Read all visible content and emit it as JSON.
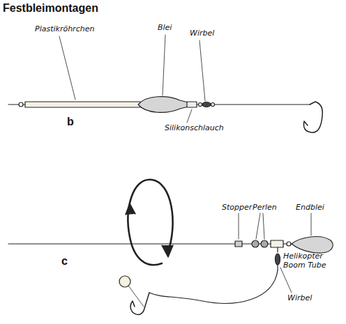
{
  "diagram": {
    "title": "Festbleimontagen",
    "labels": [
      "Plastikröhrchen",
      "Blei",
      "Wirbel",
      "b",
      "Silikonschlauch",
      "Stopper",
      "Perlen",
      "Endblei",
      "c",
      "Helikopter Boom Tube",
      "Wirbel"
    ]
  }
}
